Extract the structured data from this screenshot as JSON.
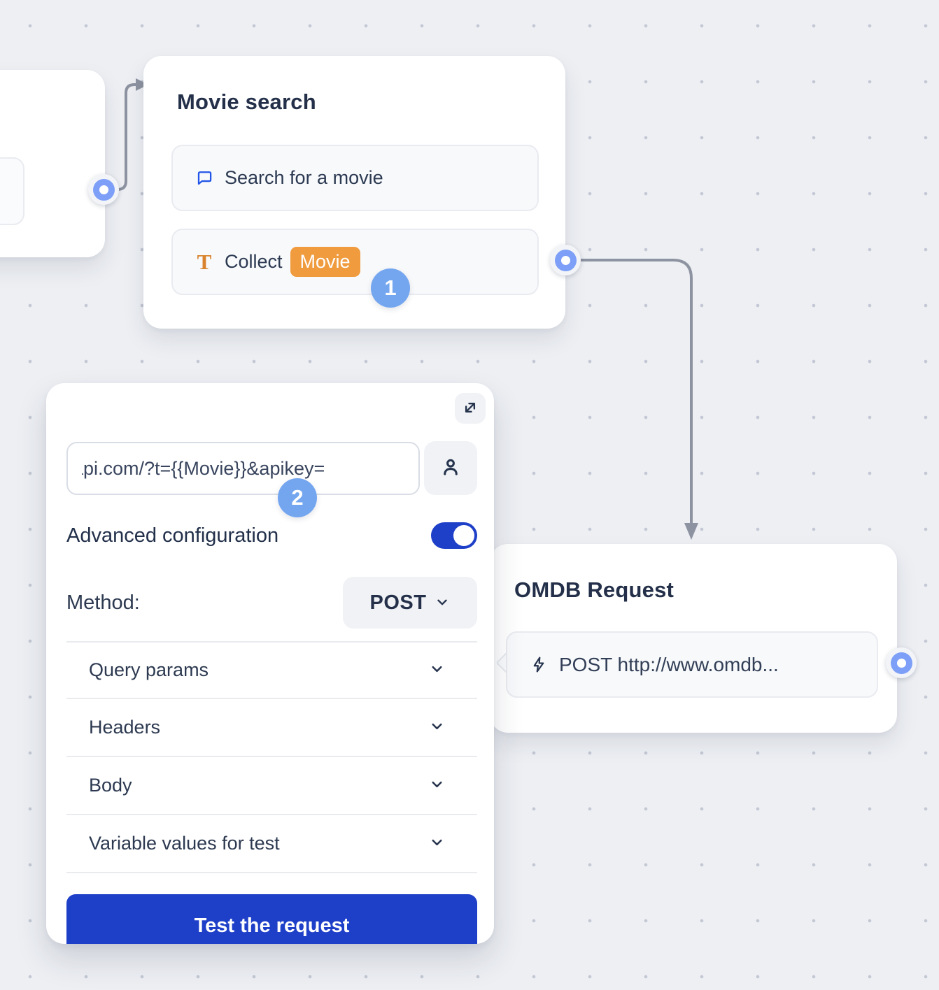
{
  "colors": {
    "canvas_background": "#edeff3",
    "accent_blue": "#2356e8",
    "primary_blue": "#1e3fc8",
    "port_blue": "#7d9ff7",
    "step_badge_blue": "#74a6f0",
    "variable_orange": "#ef9b3e",
    "connector_gray": "#8d93a0"
  },
  "nodes": {
    "movie_search": {
      "title": "Movie search",
      "items": [
        {
          "icon": "chat-bubble-icon",
          "label": "Search for a movie"
        },
        {
          "icon": "text-input-icon",
          "label": "Collect",
          "badge": "Movie"
        }
      ]
    },
    "omdb_request": {
      "title": "OMDB Request",
      "items": [
        {
          "icon": "lightning-icon",
          "label": "POST http://www.omdb..."
        }
      ]
    }
  },
  "annotations": {
    "step1": "1",
    "step2": "2"
  },
  "config_panel": {
    "url_input": {
      "value": "api.com/?t={{Movie}}&apikey="
    },
    "advanced_label": "Advanced configuration",
    "advanced_on": true,
    "method_label": "Method:",
    "method_value": "POST",
    "sections": [
      {
        "label": "Query params"
      },
      {
        "label": "Headers"
      },
      {
        "label": "Body"
      },
      {
        "label": "Variable values for test"
      }
    ],
    "test_button_label": "Test the request"
  }
}
